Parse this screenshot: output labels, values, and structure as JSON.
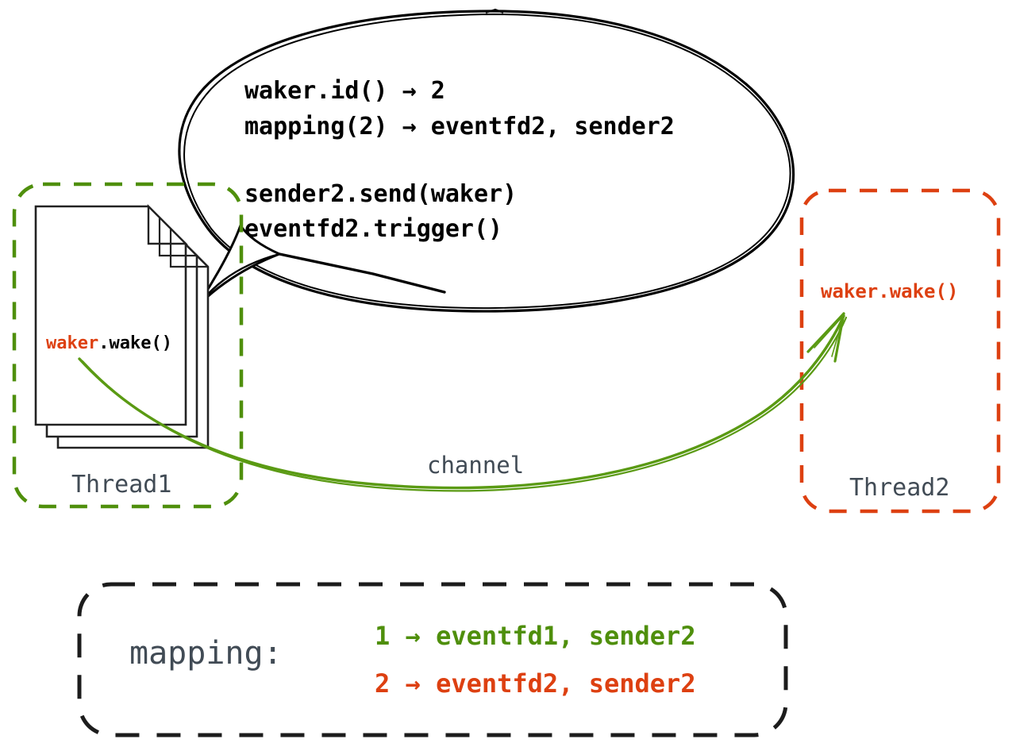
{
  "diagram": {
    "title": "Waker wake cross-thread eventfd diagram",
    "colors": {
      "green": "#4f8f0c",
      "orange": "#dd4011",
      "slate": "#414b55",
      "black": "#000000"
    }
  },
  "bubble": {
    "lines": [
      "waker.id() → 2",
      "mapping(2) → eventfd2, sender2",
      "",
      "sender2.send(waker)",
      "eventfd2.trigger()"
    ]
  },
  "thread1": {
    "label": "Thread1",
    "border_color": "#4f8f0c",
    "document_text": {
      "accent": "waker",
      "rest": ".wake()"
    },
    "doc_count": 3
  },
  "thread2": {
    "label": "Thread2",
    "border_color": "#dd4011",
    "code": "waker.wake()"
  },
  "channel": {
    "label": "channel",
    "color": "#4f8f0c"
  },
  "mapping": {
    "title": "mapping:",
    "rows": [
      {
        "key": "1",
        "arrow": "→",
        "value": "eventfd1, sender2",
        "color": "#4f8f0c"
      },
      {
        "key": "2",
        "arrow": "→",
        "value": "eventfd2, sender2",
        "color": "#dd4011"
      }
    ]
  }
}
